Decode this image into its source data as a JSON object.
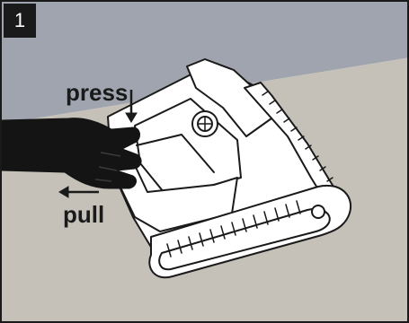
{
  "step": {
    "number": "1"
  },
  "labels": {
    "press": "press",
    "pull": "pull"
  },
  "colors": {
    "wall": "#9fa4ae",
    "floor": "#c5c1b9",
    "outline": "#1a1a1a",
    "robot_body": "#ffffff",
    "hand": "#141414"
  },
  "icons": {
    "press_arrow": "arrow-down-icon",
    "pull_arrow": "arrow-left-icon"
  }
}
